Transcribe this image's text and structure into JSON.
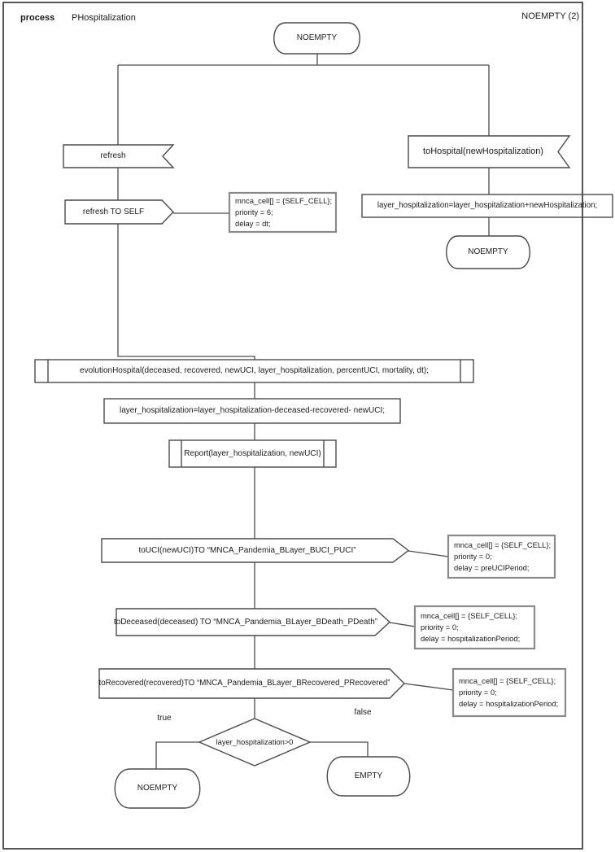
{
  "header": {
    "kind_label": "process",
    "process_name": "PHospitalization",
    "page_ref": "NOEMPTY (2)"
  },
  "colors": {
    "shape_stroke": "#4a4a4a",
    "comment_stroke": "#8a8a8a",
    "page_border": "#565656",
    "text": "#1a1a1a",
    "background": "#ffffff"
  },
  "nodes": {
    "start_state": "NOEMPTY",
    "refresh_input": "refresh",
    "refresh_output": "refresh TO SELF",
    "refresh_params": {
      "lines": [
        "mnca_cell[] = {SELF_CELL};",
        "priority = 6;",
        "delay = dt;"
      ]
    },
    "tohospital_input": "toHospital(newHospitalization)",
    "hosp_add_task": "layer_hospitalization=layer_hospitalization+newHospitalization;",
    "hosp_state": "NOEMPTY",
    "evolution_proc": "evolutionHospital(deceased, recovered, newUCI, layer_hospitalization, percentUCI, mortality, dt);",
    "hosp_sub_task": "layer_hospitalization=layer_hospitalization-deceased-recovered- newUCI;",
    "report_proc": "Report(layer_hospitalization, newUCI)",
    "touci_output": "toUCI(newUCI)TO “MNCA_Pandemia_BLayer_BUCI_PUCI”",
    "touci_params": {
      "lines": [
        "mnca_cell[] = {SELF_CELL};",
        "priority = 0;",
        "delay = preUCIPeriod;"
      ]
    },
    "todeceased_output": "toDeceased(deceased) TO “MNCA_Pandemia_BLayer_BDeath_PDeath”",
    "todeceased_params": {
      "lines": [
        "mnca_cell[] = {SELF_CELL};",
        "priority = 0;",
        "delay = hospitalizationPeriod;"
      ]
    },
    "torecovered_output": "toRecovered(recovered)TO “MNCA_Pandemia_BLayer_BRecovered_PRecovered”",
    "torecovered_params": {
      "lines": [
        "mnca_cell[] = {SELF_CELL};",
        "priority = 0;",
        "delay = hospitalizationPeriod;"
      ]
    },
    "decision": "layer_hospitalization>0",
    "branch_true": "true",
    "branch_false": "false",
    "true_state": "NOEMPTY",
    "false_state": "EMPTY"
  }
}
